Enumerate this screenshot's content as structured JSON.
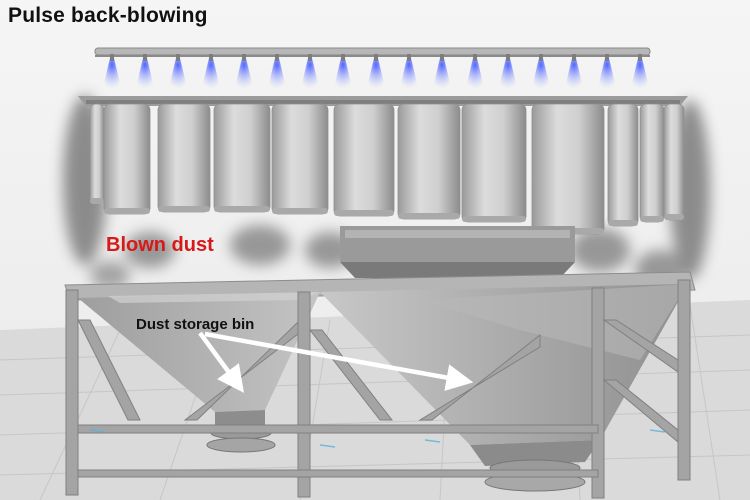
{
  "title": "Pulse back-blowing",
  "labels": {
    "blown_dust": "Blown dust",
    "dust_storage_bin": "Dust storage bin"
  },
  "colors": {
    "blown_dust_text": "#d61a1a",
    "arrow": "#ffffff",
    "pulse_jet": "#4b5cff",
    "dust": "#6e6e6e",
    "frame": "#a9a9a9"
  },
  "components": {
    "filter_bag_count": 12,
    "nozzle_count": 17,
    "hopper_count": 2
  }
}
